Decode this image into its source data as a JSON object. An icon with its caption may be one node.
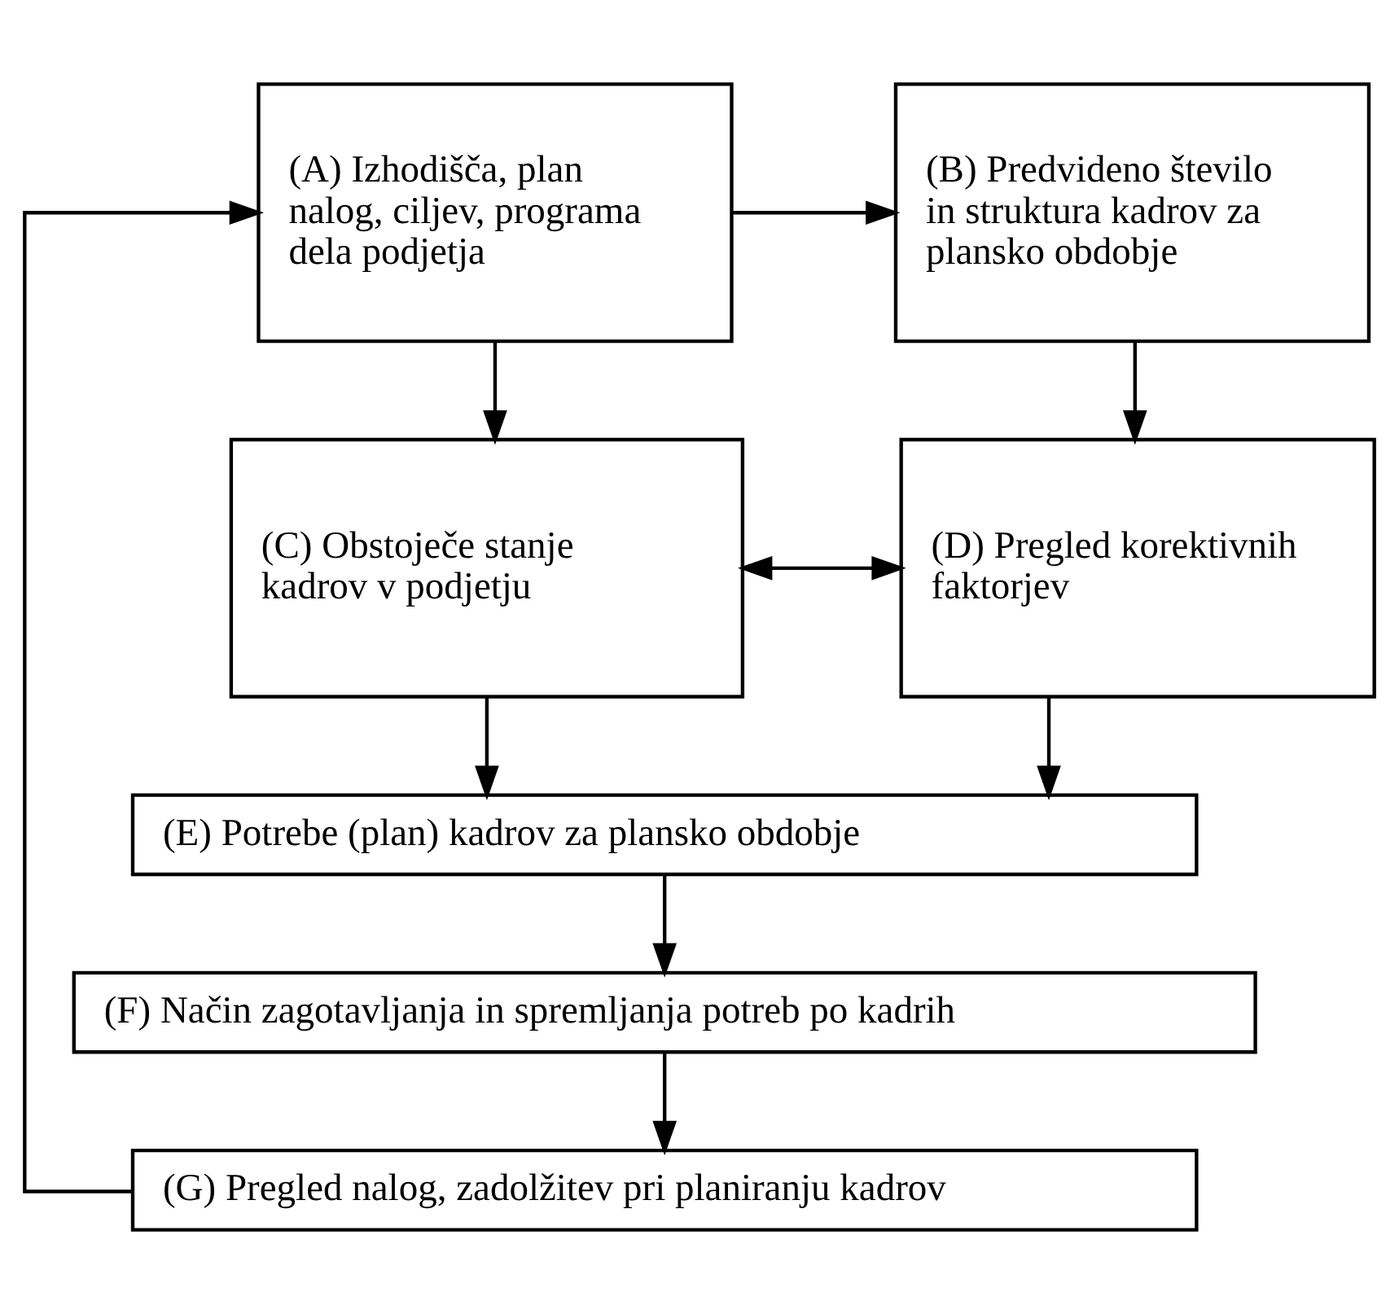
{
  "diagram": {
    "nodes": [
      {
        "text": [
          "(A) Izhodišča, plan nalog, ciljev, programa dela podjetja"
        ]
      },
      {
        "text": [
          "(B) Predvideno število in struktura kadrov za plansko obdobje"
        ]
      },
      {
        "text": [
          "(C) Obstoječe stanje kadrov v podjetju"
        ]
      },
      {
        "text": [
          "(D) Pregled korektivnih faktorjev"
        ]
      },
      {
        "text": [
          "(E) Potrebe (plan) kadrov za plansko obdobje"
        ]
      },
      {
        "text": [
          "(F) Način zagotavljanja in spremljanja potreb po kadrih"
        ]
      },
      {
        "text": [
          "(G) Pregled nalog, zadolžitev pri planiranju kadrov"
        ]
      }
    ],
    "edges": [
      {
        "from": 0,
        "to": 1,
        "arrow": "to"
      },
      {
        "from": 0,
        "to": 2,
        "arrow": "to"
      },
      {
        "from": 1,
        "to": 3,
        "arrow": "to"
      },
      {
        "from": 2,
        "to": 3,
        "arrow": "both"
      },
      {
        "from": 2,
        "to": 4,
        "arrow": "to"
      },
      {
        "from": 3,
        "to": 4,
        "arrow": "to"
      },
      {
        "from": 4,
        "to": 5,
        "arrow": "to"
      },
      {
        "from": 5,
        "to": 6,
        "arrow": "to"
      },
      {
        "from": 6,
        "to": 0,
        "arrow": "to"
      }
    ]
  }
}
